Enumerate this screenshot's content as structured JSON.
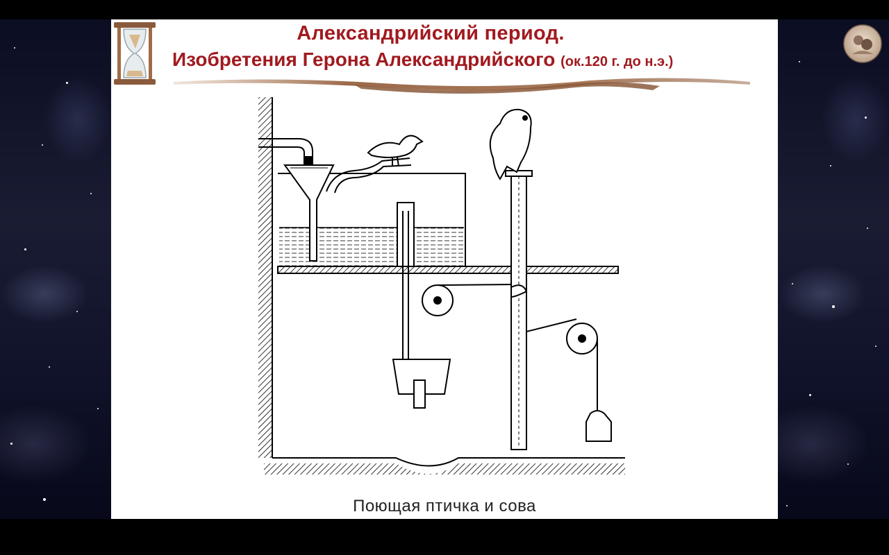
{
  "slide": {
    "title_line1": "Александрийский период.",
    "title_line2_main": "Изобретения Герона Александрийского",
    "title_line2_note": "(ок.120 г. до н.э.)",
    "caption": "Поющая птичка и сова"
  },
  "icons": {
    "corner_decoration": "hourglass-icon",
    "channel_logo": "portrait-logo"
  },
  "colors": {
    "title": "#a11a1f",
    "background": "#000000",
    "slide_background": "#ffffff"
  }
}
